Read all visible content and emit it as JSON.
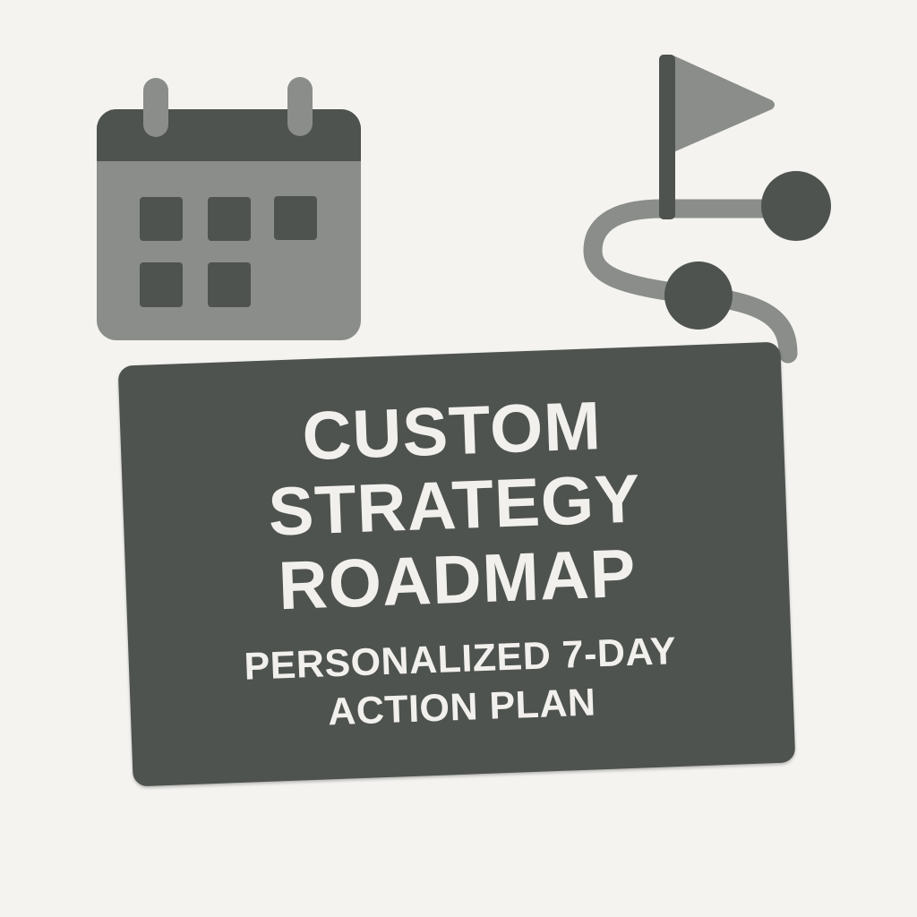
{
  "card": {
    "title_lines": [
      "CUSTOM",
      "STRATEGY",
      "ROADMAP"
    ],
    "subtitle_lines": [
      "PERSONALIZED 7-DAY",
      "ACTION PLAN"
    ]
  },
  "icons": {
    "calendar": "calendar-icon",
    "flag": "flag-icon",
    "route": "route-path-icon"
  },
  "colors": {
    "background": "#f4f3f0",
    "dark": "#4e5350",
    "mid": "#8a8d89",
    "text": "#f2f0ec"
  }
}
